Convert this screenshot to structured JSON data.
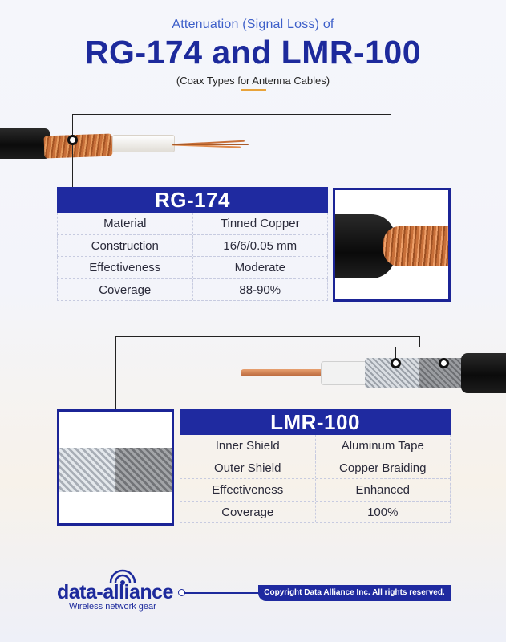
{
  "header": {
    "subtitle": "Attenuation (Signal Loss) of",
    "title": "RG-174 and LMR-100",
    "caption": "(Coax Types for Antenna Cables)"
  },
  "rg174": {
    "name": "RG-174",
    "rows": [
      {
        "label": "Material",
        "value": "Tinned Copper"
      },
      {
        "label": "Construction",
        "value": "16/6/0.05 mm"
      },
      {
        "label": "Effectiveness",
        "value": "Moderate"
      },
      {
        "label": "Coverage",
        "value": "88-90%"
      }
    ]
  },
  "lmr100": {
    "name": "LMR-100",
    "rows": [
      {
        "label": "Inner Shield",
        "value": "Aluminum Tape"
      },
      {
        "label": "Outer Shield",
        "value": "Copper Braiding"
      },
      {
        "label": "Effectiveness",
        "value": "Enhanced"
      },
      {
        "label": "Coverage",
        "value": "100%"
      }
    ]
  },
  "footer": {
    "logo": "data-alliance",
    "tagline": "Wireless network gear",
    "copyright": "Copyright Data Alliance Inc. All rights reserved."
  },
  "colors": {
    "brand_blue": "#1f2aa0",
    "accent_orange": "#e8a33a",
    "copper": "#c8703a"
  }
}
